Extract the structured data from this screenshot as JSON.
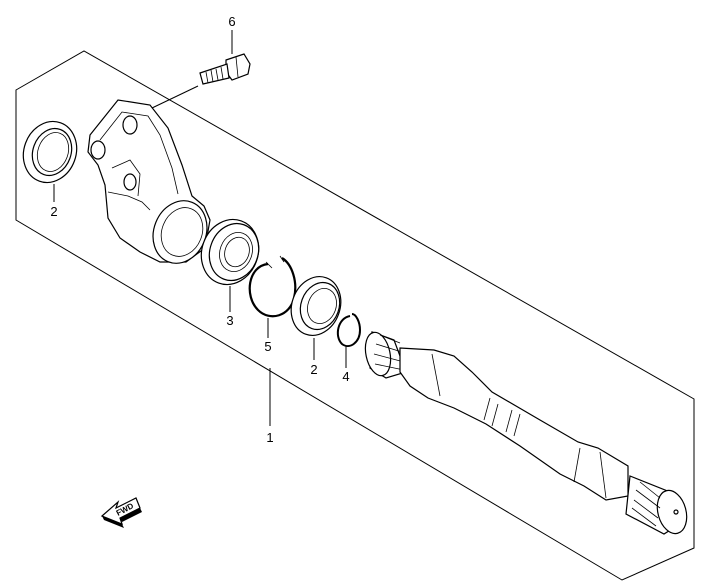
{
  "diagram": {
    "callouts": {
      "shaft": "1",
      "seal_left": "2",
      "seal_right": "2",
      "bearing": "3",
      "snap_ring_small": "4",
      "circlip": "5",
      "bolt": "6"
    },
    "fwd_label": "FWD"
  }
}
